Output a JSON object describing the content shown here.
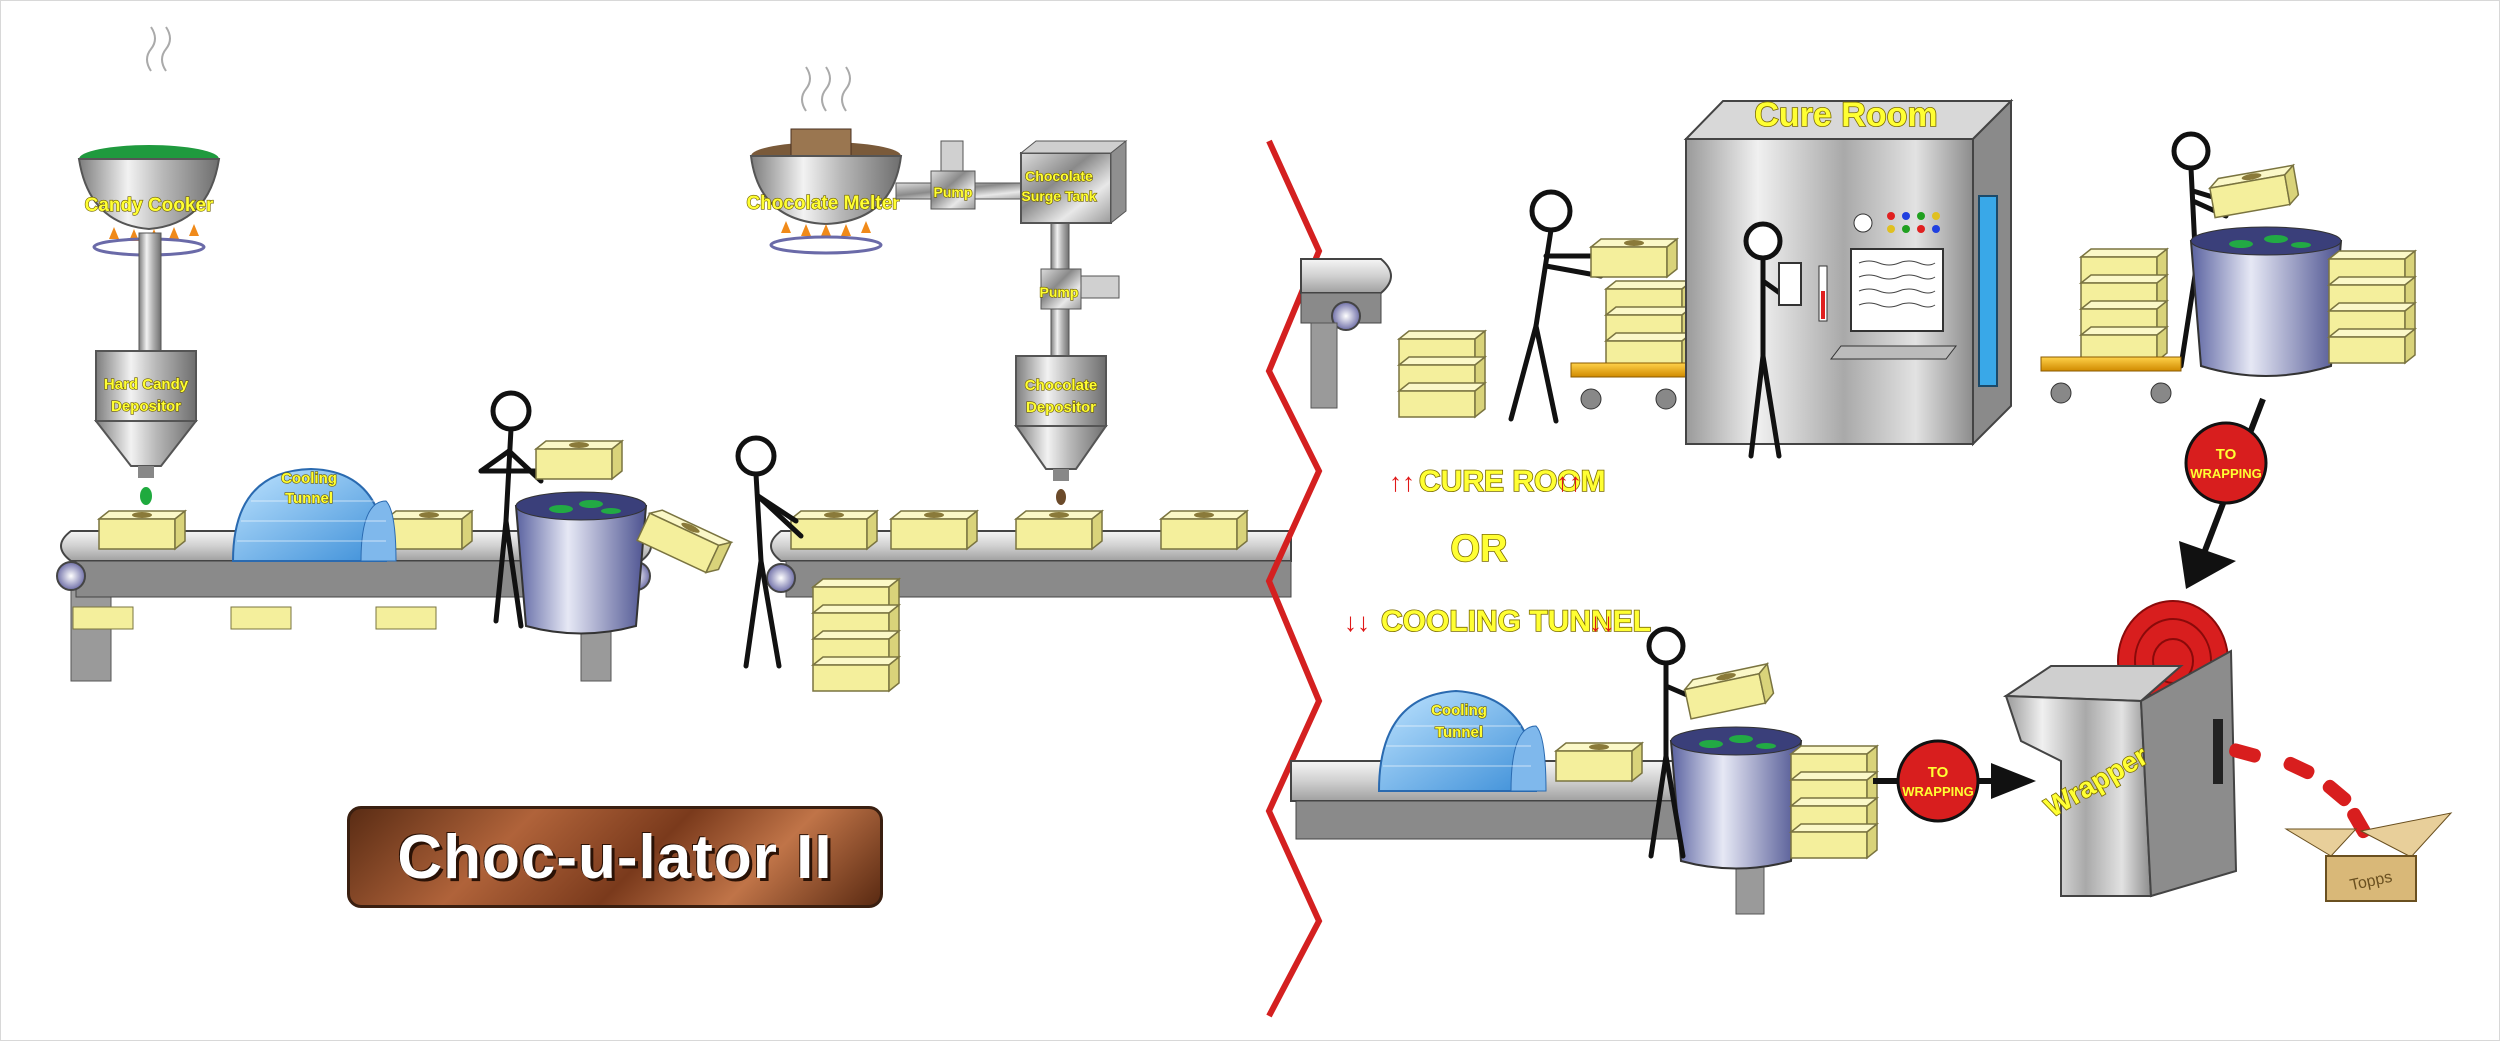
{
  "title": "Choc-u-lator II",
  "machines": {
    "candy_cooker": "Candy Cooker",
    "hard_candy_depositor_l1": "Hard Candy",
    "hard_candy_depositor_l2": "Depositor",
    "cooling_tunnel_l1": "Cooling",
    "cooling_tunnel_l2": "Tunnel",
    "chocolate_melter": "Chocolate Melter",
    "pump": "Pump",
    "surge_tank_l1": "Chocolate",
    "surge_tank_l2": "Surge Tank",
    "chocolate_depositor_l1": "Chocolate",
    "chocolate_depositor_l2": "Depositor",
    "cure_room": "Cure Room",
    "wrapper": "Wrapper",
    "box_label": "Topps"
  },
  "routing": {
    "cure_room_label": "CURE ROOM",
    "or_label": "OR",
    "cooling_tunnel_label": "COOLING TUNNEL",
    "up_arrows": "↑↑",
    "down_arrows": "↓↓"
  },
  "badges": {
    "to": "TO",
    "wrapping": "WRAPPING"
  },
  "colors": {
    "label_yellow": "#ffff33",
    "divider_red": "#d42020",
    "badge_red": "#d81e1e",
    "bar_cream": "#f7f3a6",
    "candy_green": "#22aa44",
    "steel": "#a8a8a8"
  }
}
